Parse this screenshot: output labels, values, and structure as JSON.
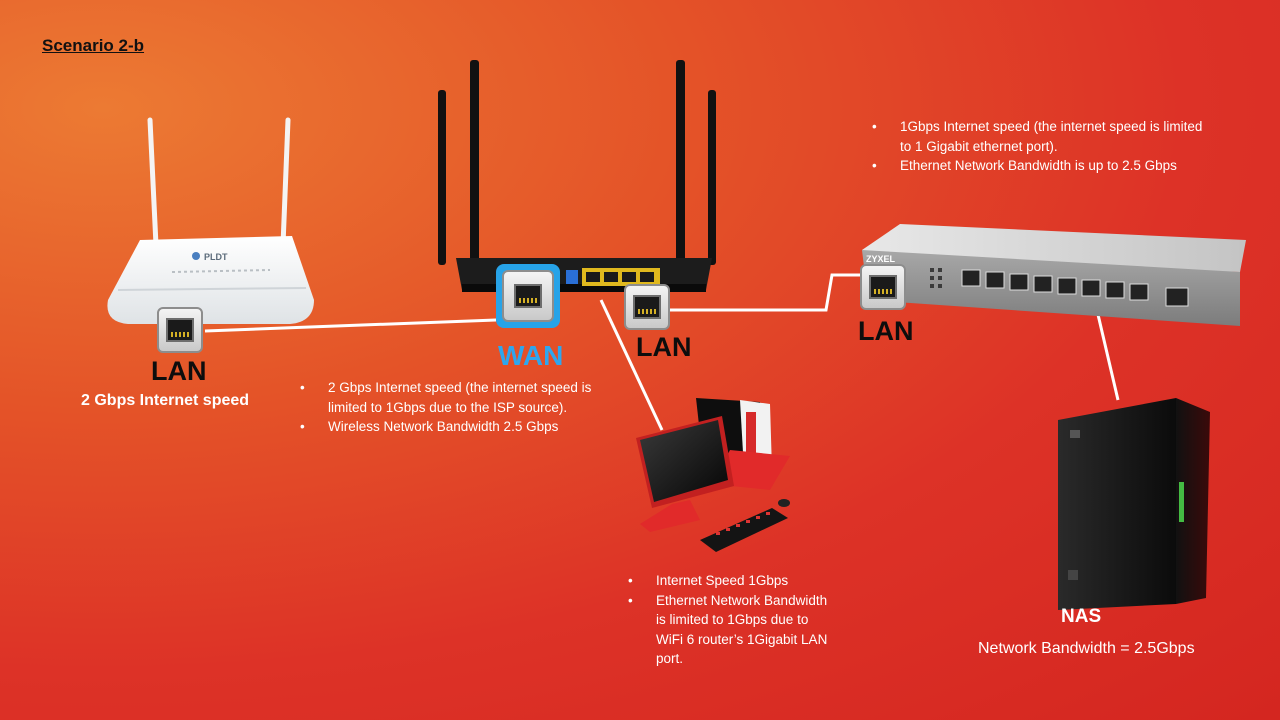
{
  "title": "Scenario 2-b",
  "labels": {
    "modem_lan": "LAN",
    "modem_speed": "2 Gbps Internet speed",
    "router_wan": "WAN",
    "router_lan": "LAN",
    "switch_lan": "LAN",
    "nas": "NAS",
    "nas_bandwidth": "Network Bandwidth = 2.5Gbps"
  },
  "notes": {
    "switch": [
      "1Gbps Internet speed (the internet speed is limited to 1 Gigabit ethernet port).",
      "Ethernet Network Bandwidth is up to 2.5 Gbps"
    ],
    "router": [
      "2 Gbps Internet speed (the internet speed is limited to 1Gbps due to the ISP source).",
      "Wireless Network Bandwidth 2.5 Gbps"
    ],
    "pc": [
      "Internet Speed 1Gbps",
      "Ethernet Network Bandwidth is limited to 1Gbps due to WiFi 6 router’s 1Gigabit LAN port."
    ]
  },
  "device_text": {
    "modem_brand": "PLDT",
    "switch_brand": "ZYXEL"
  },
  "colors": {
    "wan_highlight": "#27a3e8",
    "cable": "#ffffff",
    "background_light": "#ec7a33",
    "background_dark": "#d42620"
  }
}
